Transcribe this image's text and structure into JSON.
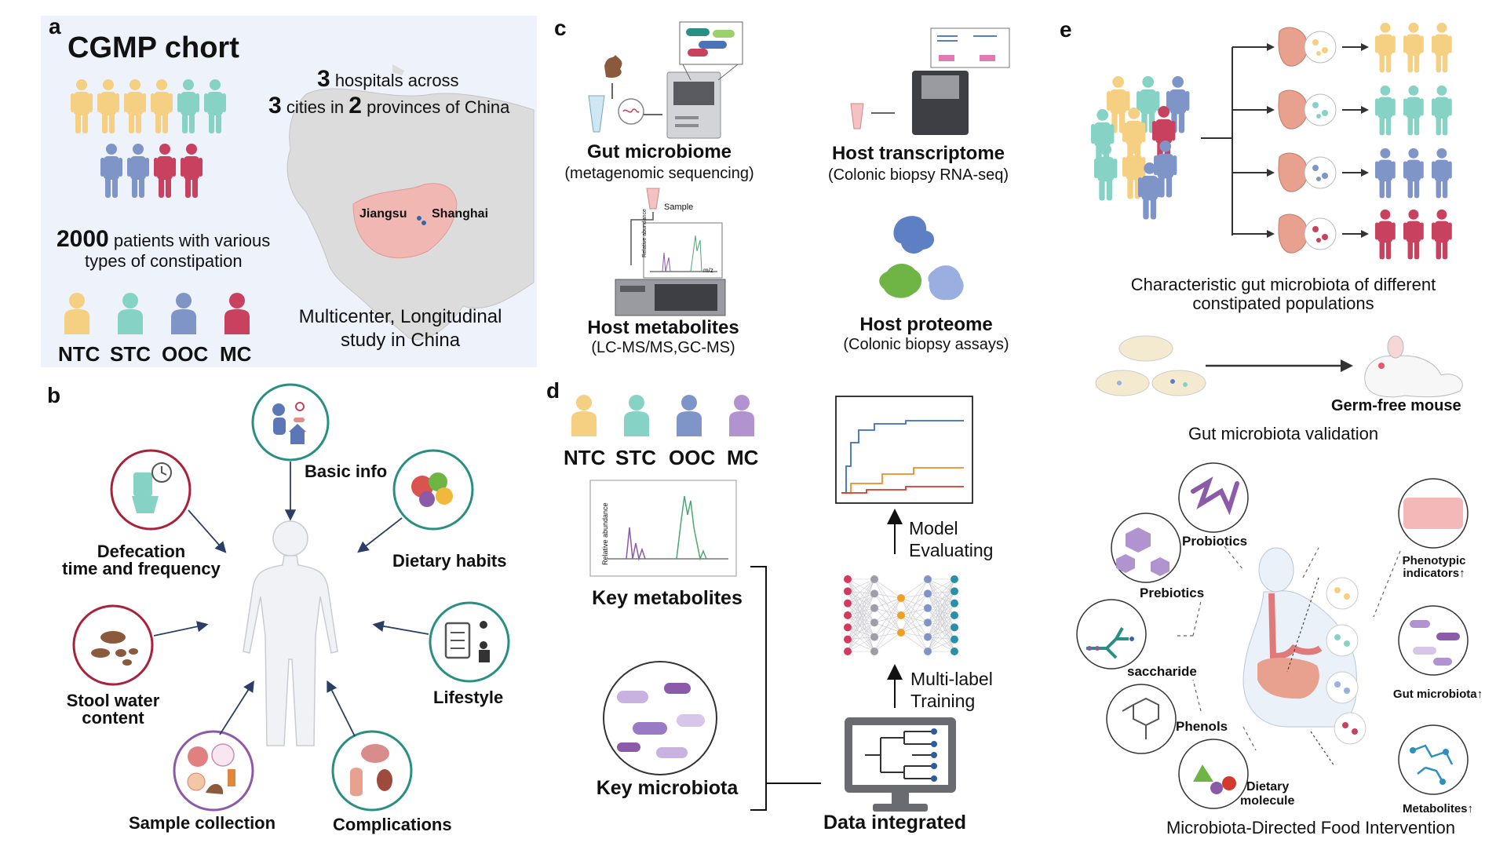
{
  "panel_a": {
    "letter": "a",
    "title": "CGMP chort",
    "hospitals_num": "3",
    "hospitals_text": "hospitals across",
    "cities_num": "3",
    "cities_text": "cities in",
    "provinces_num": "2",
    "provinces_text": "provinces of China",
    "patients_num": "2000",
    "patients_text": "patients with various",
    "patients_text2": "types of constipation",
    "map_label_jiangsu": "Jiangsu",
    "map_label_shanghai": "Shanghai",
    "groups": [
      "NTC",
      "STC",
      "OOC",
      "MC"
    ],
    "study_line1": "Multicenter, Longitudinal",
    "study_line2": "study in China"
  },
  "panel_b": {
    "letter": "b",
    "basic_info": "Basic info",
    "defecation1": "Defecation",
    "defecation2": "time and frequency",
    "dietary": "Dietary habits",
    "stool1": "Stool water",
    "stool2": "content",
    "lifestyle": "Lifestyle",
    "sample": "Sample collection",
    "complications": "Complications"
  },
  "panel_c": {
    "letter": "c",
    "gut_title": "Gut microbiome",
    "gut_sub": "(metagenomic sequencing)",
    "trans_title": "Host transcriptome",
    "trans_sub": "(Colonic biopsy RNA-seq)",
    "sample_label": "Sample",
    "chart_ylabel": "Relative abundance",
    "chart_xlabel": "m/z",
    "metab_title": "Host metabolites",
    "metab_sub": "(LC-MS/MS,GC-MS)",
    "prot_title": "Host proteome",
    "prot_sub": "(Colonic biopsy assays)"
  },
  "panel_d": {
    "letter": "d",
    "groups": [
      "NTC",
      "STC",
      "OOC",
      "MC"
    ],
    "chart_ylabel": "Relative abundance",
    "key_metab": "Key metabolites",
    "key_micro": "Key microbiota",
    "model1": "Model",
    "model2": "Evaluating",
    "train1": "Multi-label",
    "train2": "Training",
    "data_integrated": "Data integrated"
  },
  "panel_e": {
    "letter": "e",
    "char1": "Characteristic gut microbiota of different",
    "char2": "constipated populations",
    "germ_free": "Germ-free mouse",
    "validation": "Gut microbiota validation",
    "probiotics": "Probiotics",
    "prebiotics": "Prebiotics",
    "saccharide": "saccharide",
    "phenols": "Phenols",
    "dietary1": "Dietary",
    "dietary2": "molecule",
    "pheno1": "Phenotypic",
    "pheno2": "indicators↑",
    "gut_micro": "Gut microbiota↑",
    "metabolites": "Metabolites↑",
    "intervention": "Microbiota-Directed Food  Intervention"
  },
  "colors": {
    "NTC": "#f5cf82",
    "STC": "#86d3c6",
    "OOC": "#7f95c8",
    "MC": "#c8415e",
    "panel_a_bg": "#eef2fb",
    "purple": "#b193cf"
  }
}
